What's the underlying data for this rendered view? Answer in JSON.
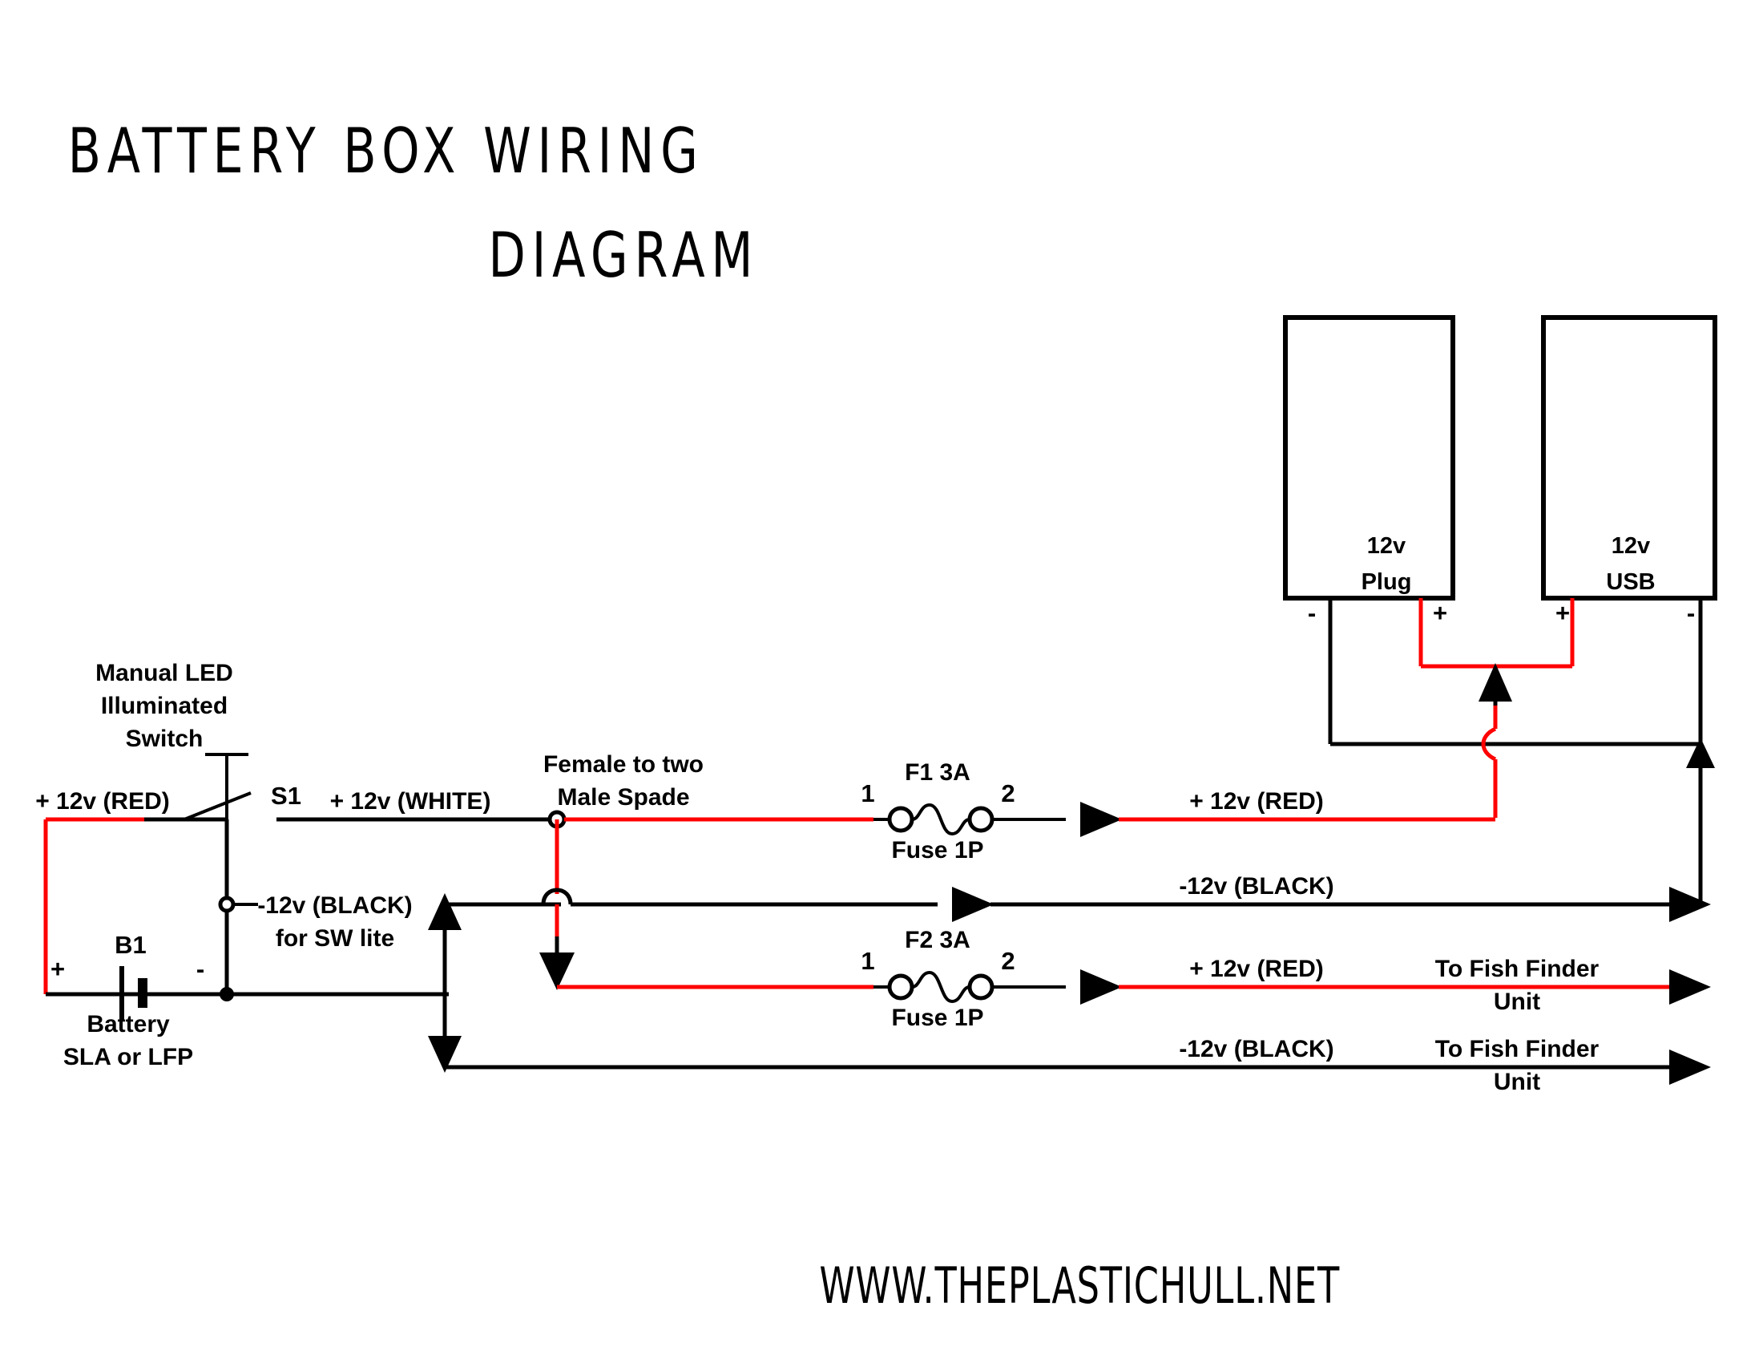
{
  "title": {
    "line1": "BATTERY BOX WIRING",
    "line2": "DIAGRAM"
  },
  "footer": {
    "url": "WWW.THEPLASTICHULL.NET"
  },
  "colors": {
    "positive_wire": "#ff0000",
    "negative_wire": "#000000",
    "background": "#ffffff"
  },
  "components": {
    "battery": {
      "designator": "B1",
      "name": "Battery",
      "type": "SLA or LFP",
      "positive_terminal": "+",
      "negative_terminal": "-"
    },
    "switch": {
      "designator": "S1",
      "caption_line1": "Manual LED",
      "caption_line2": "Illuminated",
      "caption_line3": "Switch"
    },
    "spade": {
      "caption_line1": "Female to two",
      "caption_line2": "Male Spade"
    },
    "fuse1": {
      "designator": "F1 3A",
      "type": "Fuse 1P",
      "terminal_1": "1",
      "terminal_2": "2"
    },
    "fuse2": {
      "designator": "F2 3A",
      "type": "Fuse 1P",
      "terminal_1": "1",
      "terminal_2": "2"
    },
    "plug_12v": {
      "label_line1": "12v",
      "label_line2": "Plug",
      "left_terminal": "-",
      "right_terminal": "+"
    },
    "usb_12v": {
      "label_line1": "12v",
      "label_line2": "USB",
      "left_terminal": "+",
      "right_terminal": "-"
    }
  },
  "wire_labels": {
    "batt_pos": "+ 12v (RED)",
    "sw_out_pos": "+ 12v (WHITE)",
    "sw_lite_neg_line1": "-12v (BLACK)",
    "sw_lite_neg_line2": "for SW lite",
    "f1_out_pos": "+ 12v (RED)",
    "plug_neg": "-12v (BLACK)",
    "f2_out_pos": "+ 12v (RED)",
    "ff_neg": "-12v (BLACK)"
  },
  "destinations": {
    "fish_finder_pos_line1": "To Fish Finder",
    "fish_finder_pos_line2": "Unit",
    "fish_finder_neg_line1": "To Fish Finder",
    "fish_finder_neg_line2": "Unit"
  }
}
